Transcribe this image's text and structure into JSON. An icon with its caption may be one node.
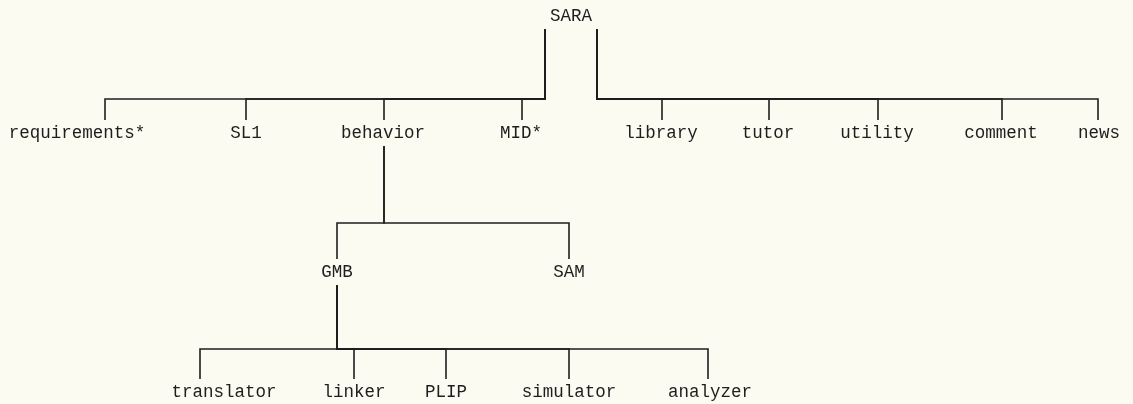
{
  "diagram": {
    "nodes": [
      {
        "text": [
          "SARA"
        ]
      },
      {
        "text": [
          "requirements*"
        ]
      },
      {
        "text": [
          "SL1"
        ]
      },
      {
        "text": [
          "behavior"
        ]
      },
      {
        "text": [
          "MID*"
        ]
      },
      {
        "text": [
          "library"
        ]
      },
      {
        "text": [
          "tutor"
        ]
      },
      {
        "text": [
          "utility"
        ]
      },
      {
        "text": [
          "comment"
        ]
      },
      {
        "text": [
          "news"
        ]
      },
      {
        "text": [
          "GMB"
        ]
      },
      {
        "text": [
          "SAM"
        ]
      },
      {
        "text": [
          "translator"
        ]
      },
      {
        "text": [
          "linker"
        ]
      },
      {
        "text": [
          "PLIP"
        ]
      },
      {
        "text": [
          "simulator"
        ]
      },
      {
        "text": [
          "analyzer"
        ]
      }
    ],
    "edges": [
      {
        "from": 0,
        "to": 1,
        "arrow": "none"
      },
      {
        "from": 0,
        "to": 2,
        "arrow": "none"
      },
      {
        "from": 0,
        "to": 3,
        "arrow": "none"
      },
      {
        "from": 0,
        "to": 4,
        "arrow": "none"
      },
      {
        "from": 0,
        "to": 5,
        "arrow": "none"
      },
      {
        "from": 0,
        "to": 6,
        "arrow": "none"
      },
      {
        "from": 0,
        "to": 7,
        "arrow": "none"
      },
      {
        "from": 0,
        "to": 8,
        "arrow": "none"
      },
      {
        "from": 0,
        "to": 9,
        "arrow": "none"
      },
      {
        "from": 3,
        "to": 10,
        "arrow": "none"
      },
      {
        "from": 3,
        "to": 11,
        "arrow": "none"
      },
      {
        "from": 10,
        "to": 12,
        "arrow": "none"
      },
      {
        "from": 10,
        "to": 13,
        "arrow": "none"
      },
      {
        "from": 10,
        "to": 14,
        "arrow": "none"
      },
      {
        "from": 10,
        "to": 15,
        "arrow": "none"
      },
      {
        "from": 10,
        "to": 16,
        "arrow": "none"
      }
    ]
  }
}
